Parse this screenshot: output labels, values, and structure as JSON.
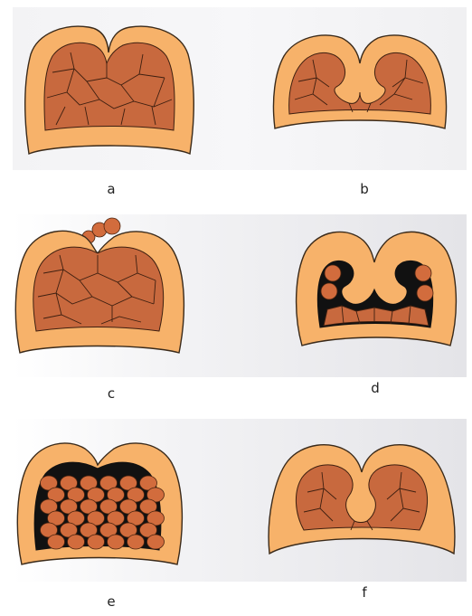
{
  "panels": [
    {
      "id": "a",
      "label": "a"
    },
    {
      "id": "b",
      "label": "b"
    },
    {
      "id": "c",
      "label": "c"
    },
    {
      "id": "d",
      "label": "d"
    },
    {
      "id": "e",
      "label": "e"
    },
    {
      "id": "f",
      "label": "f"
    }
  ],
  "colors": {
    "tissue": "#f7b26a",
    "cells": "#c8693e",
    "outline": "#3a2a1a",
    "dark": "#111111"
  }
}
